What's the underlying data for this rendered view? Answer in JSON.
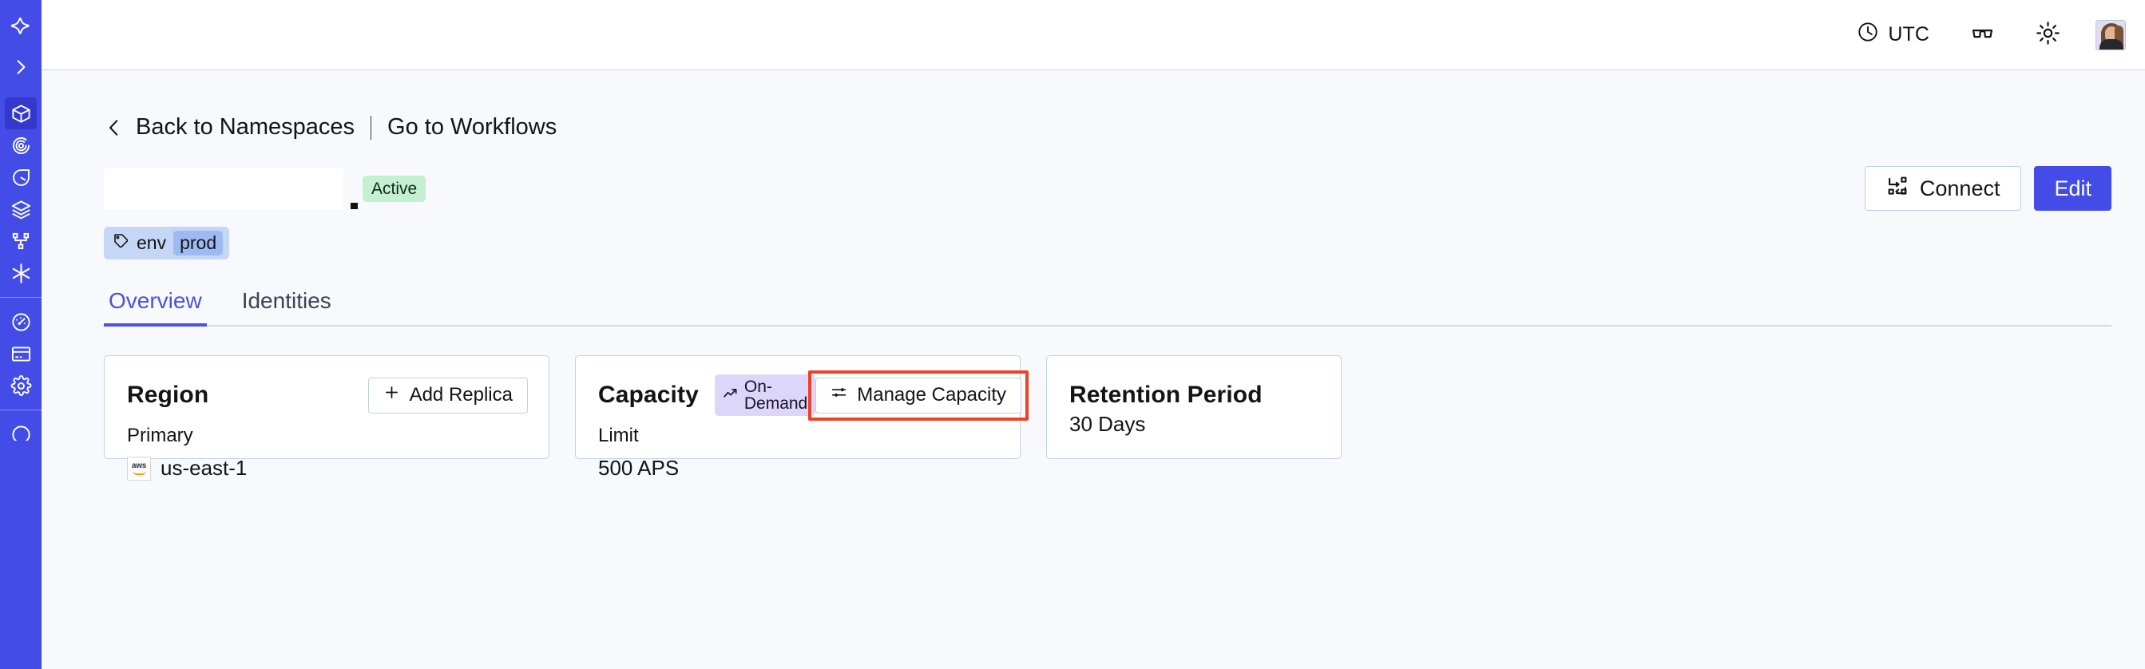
{
  "sidebar": {
    "brand_color": "#444ce7",
    "active_color": "#3538cd",
    "logo_name": "temporal-logo",
    "items": [
      {
        "name": "expand-sidebar",
        "icon": "chevron-right-icon",
        "active": false
      },
      {
        "name": "namespaces",
        "icon": "cube-icon",
        "active": true
      },
      {
        "name": "observability",
        "icon": "spiral-eye-icon",
        "active": false
      },
      {
        "name": "schedules",
        "icon": "timer-icon",
        "active": false
      },
      {
        "name": "batch-operations",
        "icon": "layers-icon",
        "active": false
      },
      {
        "name": "workflows",
        "icon": "git-branch-icon",
        "active": false
      },
      {
        "name": "nexus",
        "icon": "asterisk-icon",
        "active": false
      },
      {
        "name": "usage",
        "icon": "gauge-icon",
        "active": false
      },
      {
        "name": "billing",
        "icon": "credit-card-icon",
        "active": false
      },
      {
        "name": "settings",
        "icon": "gear-icon",
        "active": false
      }
    ]
  },
  "header": {
    "timezone_icon": "clock-icon",
    "timezone": "UTC",
    "reading_mode_icon": "glasses-icon",
    "theme_icon": "sun-icon",
    "avatar_name": "user-avatar"
  },
  "breadcrumb": {
    "back_icon": "chevron-left-icon",
    "back_label": "Back to Namespaces",
    "separator": "|",
    "forward_label": "Go to Workflows"
  },
  "namespace": {
    "name": "",
    "name_redacted": true,
    "status_badge": "Active",
    "status_badge_color": "#c3f0d0",
    "tag": {
      "icon": "tag-icon",
      "key": "env",
      "value": "prod",
      "chip_color": "#c5d6f7",
      "value_color": "#9dbbf2"
    }
  },
  "actions": {
    "connect_icon": "connect-icon",
    "connect_label": "Connect",
    "edit_label": "Edit",
    "edit_color": "#444ce7"
  },
  "tabs": [
    {
      "label": "Overview",
      "active": true
    },
    {
      "label": "Identities",
      "active": false
    }
  ],
  "tab_accent_color": "#4a51e0",
  "cards": {
    "region": {
      "title": "Region",
      "action_icon": "plus-icon",
      "action_label": "Add Replica",
      "sub_label": "Primary",
      "provider_icon": "aws-logo",
      "value": "us-east-1"
    },
    "capacity": {
      "title": "Capacity",
      "badge_icon": "trend-up-icon",
      "badge_label": "On-Demand",
      "badge_color": "#ddd6fb",
      "action_icon": "sliders-icon",
      "action_label": "Manage Capacity",
      "action_highlighted": true,
      "highlight_color": "#ef4123",
      "sub_label": "Limit",
      "value": "500 APS"
    },
    "retention": {
      "title": "Retention Period",
      "value": "30 Days"
    }
  }
}
